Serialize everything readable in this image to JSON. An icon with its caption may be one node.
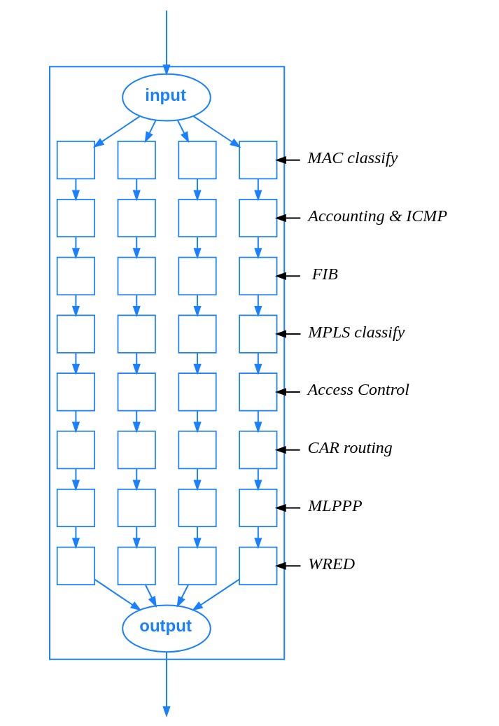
{
  "diagram": {
    "nodes": [
      {
        "text": [],
        "shape": "box"
      },
      {
        "text": [
          "input"
        ],
        "in": 0
      },
      {
        "text": [],
        "shape": "box",
        "in": 0
      },
      {
        "text": [],
        "shape": "box",
        "in": 0
      },
      {
        "text": [],
        "shape": "box",
        "in": 0
      },
      {
        "text": [],
        "shape": "box",
        "in": 0
      },
      {
        "text": [],
        "shape": "box",
        "in": 0
      },
      {
        "text": [],
        "shape": "box",
        "in": 0
      },
      {
        "text": [],
        "shape": "box",
        "in": 0
      },
      {
        "text": [],
        "shape": "box",
        "in": 0
      },
      {
        "text": [],
        "shape": "box",
        "in": 0
      },
      {
        "text": [],
        "shape": "box",
        "in": 0
      },
      {
        "text": [],
        "shape": "box",
        "in": 0
      },
      {
        "text": [],
        "shape": "box",
        "in": 0
      },
      {
        "text": [],
        "shape": "box",
        "in": 0
      },
      {
        "text": [],
        "shape": "box",
        "in": 0
      },
      {
        "text": [],
        "shape": "box",
        "in": 0
      },
      {
        "text": [],
        "shape": "box",
        "in": 0
      },
      {
        "text": [],
        "shape": "box",
        "in": 0
      },
      {
        "text": [],
        "shape": "box",
        "in": 0
      },
      {
        "text": [],
        "shape": "box",
        "in": 0
      },
      {
        "text": [],
        "shape": "box",
        "in": 0
      },
      {
        "text": [],
        "shape": "box",
        "in": 0
      },
      {
        "text": [],
        "shape": "box",
        "in": 0
      },
      {
        "text": [],
        "shape": "box",
        "in": 0
      },
      {
        "text": [],
        "shape": "box",
        "in": 0
      },
      {
        "text": [],
        "shape": "box",
        "in": 0
      },
      {
        "text": [],
        "shape": "box",
        "in": 0
      },
      {
        "text": [],
        "shape": "box",
        "in": 0
      },
      {
        "text": [],
        "shape": "box",
        "in": 0
      },
      {
        "text": [],
        "shape": "box",
        "in": 0
      },
      {
        "text": [],
        "shape": "box",
        "in": 0
      },
      {
        "text": [],
        "shape": "box",
        "in": 0
      },
      {
        "text": [],
        "shape": "box",
        "in": 0
      },
      {
        "text": [
          "output"
        ],
        "in": 0
      },
      {
        "text": [
          "MAC classify"
        ]
      },
      {
        "text": [
          "Accounting & ICMP"
        ]
      },
      {
        "text": [
          "FIB"
        ]
      },
      {
        "text": [
          "MPLS classify"
        ]
      },
      {
        "text": [
          "Access Control"
        ]
      },
      {
        "text": [
          "CAR routing"
        ]
      },
      {
        "text": [
          "MLPPP"
        ]
      },
      {
        "text": [
          "WRED"
        ]
      }
    ],
    "edges": [
      {
        "from": null,
        "to": 1,
        "arrow": "to"
      },
      {
        "from": 1,
        "to": 2,
        "arrow": "to"
      },
      {
        "from": 1,
        "to": 3,
        "arrow": "to"
      },
      {
        "from": 1,
        "to": 4,
        "arrow": "to"
      },
      {
        "from": 1,
        "to": 5,
        "arrow": "to"
      },
      {
        "from": 2,
        "to": 6,
        "arrow": "to"
      },
      {
        "from": 3,
        "to": 7,
        "arrow": "to"
      },
      {
        "from": 4,
        "to": 8,
        "arrow": "to"
      },
      {
        "from": 5,
        "to": 9,
        "arrow": "to"
      },
      {
        "from": 6,
        "to": 10,
        "arrow": "to"
      },
      {
        "from": 7,
        "to": 11,
        "arrow": "to"
      },
      {
        "from": 8,
        "to": 12,
        "arrow": "to"
      },
      {
        "from": 9,
        "to": 13,
        "arrow": "to"
      },
      {
        "from": 10,
        "to": 14,
        "arrow": "to"
      },
      {
        "from": 11,
        "to": 15,
        "arrow": "to"
      },
      {
        "from": 12,
        "to": 16,
        "arrow": "to"
      },
      {
        "from": 13,
        "to": 17,
        "arrow": "to"
      },
      {
        "from": 14,
        "to": 18,
        "arrow": "to"
      },
      {
        "from": 15,
        "to": 19,
        "arrow": "to"
      },
      {
        "from": 16,
        "to": 20,
        "arrow": "to"
      },
      {
        "from": 17,
        "to": 21,
        "arrow": "to"
      },
      {
        "from": 18,
        "to": 22,
        "arrow": "to"
      },
      {
        "from": 19,
        "to": 23,
        "arrow": "to"
      },
      {
        "from": 20,
        "to": 24,
        "arrow": "to"
      },
      {
        "from": 21,
        "to": 25,
        "arrow": "to"
      },
      {
        "from": 22,
        "to": 26,
        "arrow": "to"
      },
      {
        "from": 23,
        "to": 27,
        "arrow": "to"
      },
      {
        "from": 24,
        "to": 28,
        "arrow": "to"
      },
      {
        "from": 25,
        "to": 29,
        "arrow": "to"
      },
      {
        "from": 26,
        "to": 30,
        "arrow": "to"
      },
      {
        "from": 27,
        "to": 31,
        "arrow": "to"
      },
      {
        "from": 28,
        "to": 32,
        "arrow": "to"
      },
      {
        "from": 29,
        "to": 33,
        "arrow": "to"
      },
      {
        "from": 30,
        "to": 34,
        "arrow": "to"
      },
      {
        "from": 31,
        "to": 34,
        "arrow": "to"
      },
      {
        "from": 32,
        "to": 34,
        "arrow": "to"
      },
      {
        "from": 33,
        "to": 34,
        "arrow": "to"
      },
      {
        "from": 34,
        "to": null,
        "arrow": "to"
      },
      {
        "from": 35,
        "to": 5,
        "arrow": "to",
        "color": "#000000"
      },
      {
        "from": 36,
        "to": 9,
        "arrow": "to",
        "color": "#000000"
      },
      {
        "from": 37,
        "to": 13,
        "arrow": "to",
        "color": "#000000"
      },
      {
        "from": 38,
        "to": 17,
        "arrow": "to",
        "color": "#000000"
      },
      {
        "from": 39,
        "to": 21,
        "arrow": "to",
        "color": "#000000"
      },
      {
        "from": 40,
        "to": 25,
        "arrow": "to",
        "color": "#000000"
      },
      {
        "from": 41,
        "to": 29,
        "arrow": "to",
        "color": "#000000"
      },
      {
        "from": 42,
        "to": 33,
        "arrow": "to",
        "color": "#000000"
      }
    ]
  }
}
